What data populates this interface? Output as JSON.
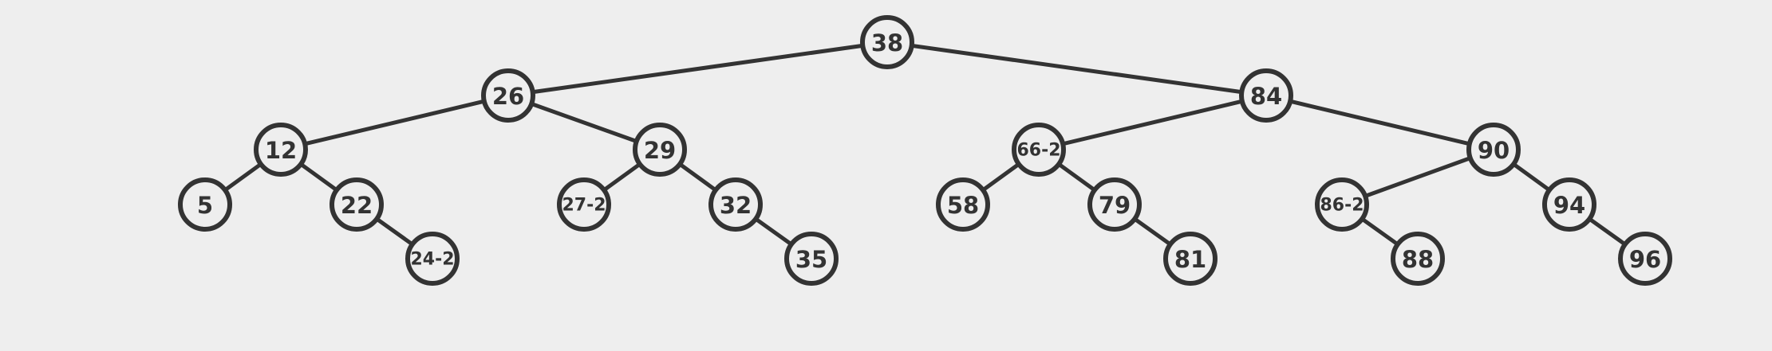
{
  "tree": {
    "nodes": [
      {
        "id": "n38",
        "label": "38"
      },
      {
        "id": "n26",
        "label": "26"
      },
      {
        "id": "n84",
        "label": "84"
      },
      {
        "id": "n12",
        "label": "12"
      },
      {
        "id": "n29",
        "label": "29"
      },
      {
        "id": "n66",
        "label": "66-2"
      },
      {
        "id": "n90",
        "label": "90"
      },
      {
        "id": "n5",
        "label": "5"
      },
      {
        "id": "n22",
        "label": "22"
      },
      {
        "id": "n27",
        "label": "27-2"
      },
      {
        "id": "n32",
        "label": "32"
      },
      {
        "id": "n58",
        "label": "58"
      },
      {
        "id": "n79",
        "label": "79"
      },
      {
        "id": "n86",
        "label": "86-2"
      },
      {
        "id": "n94",
        "label": "94"
      },
      {
        "id": "n24",
        "label": "24-2"
      },
      {
        "id": "n35",
        "label": "35"
      },
      {
        "id": "n81",
        "label": "81"
      },
      {
        "id": "n88",
        "label": "88"
      },
      {
        "id": "n96",
        "label": "96"
      }
    ],
    "edges": [
      [
        "n38",
        "n26"
      ],
      [
        "n38",
        "n84"
      ],
      [
        "n26",
        "n12"
      ],
      [
        "n26",
        "n29"
      ],
      [
        "n84",
        "n66"
      ],
      [
        "n84",
        "n90"
      ],
      [
        "n12",
        "n5"
      ],
      [
        "n12",
        "n22"
      ],
      [
        "n22",
        "n24"
      ],
      [
        "n29",
        "n27"
      ],
      [
        "n29",
        "n32"
      ],
      [
        "n32",
        "n35"
      ],
      [
        "n66",
        "n58"
      ],
      [
        "n66",
        "n79"
      ],
      [
        "n79",
        "n81"
      ],
      [
        "n90",
        "n86"
      ],
      [
        "n90",
        "n94"
      ],
      [
        "n86",
        "n88"
      ],
      [
        "n94",
        "n96"
      ]
    ]
  },
  "colors": {
    "background": "#eeeeee",
    "stroke": "#333333",
    "node_fill": "#eeeeee"
  }
}
